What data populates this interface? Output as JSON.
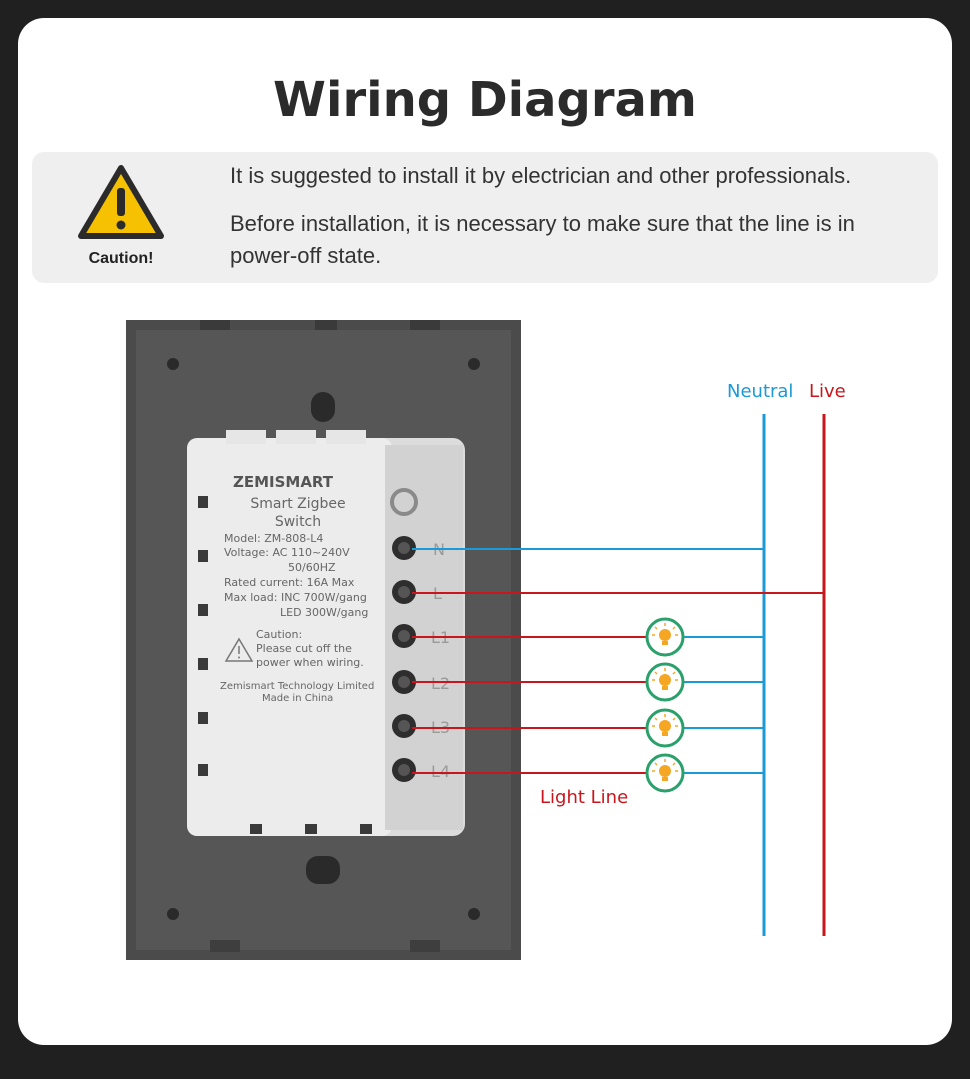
{
  "title": "Wiring Diagram",
  "caution": {
    "label": "Caution!",
    "line1": "It is suggested to install it by electrician and other professionals.",
    "line2": "Before installation, it is necessary to make sure that the line is in power-off state."
  },
  "device": {
    "brand": "ZEMISMART",
    "name_line1": "Smart Zigbee",
    "name_line2": "Switch",
    "model": "Model: ZM-808-L4",
    "voltage": "Voltage: AC 110~240V",
    "frequency": "50/60HZ",
    "current": "Rated current: 16A Max",
    "maxload1": "Max load: INC 700W/gang",
    "maxload2": "LED 300W/gang",
    "caution_title": "Caution:",
    "caution_l1": "Please cut off the",
    "caution_l2": "power when wiring.",
    "maker": "Zemismart Technology Limited",
    "origin": "Made in China"
  },
  "terminals": [
    "N",
    "L",
    "L1",
    "L2",
    "L3",
    "L4"
  ],
  "labels": {
    "neutral": "Neutral",
    "live": "Live",
    "light_line": "Light Line"
  },
  "colors": {
    "neutral": "#1a9ad6",
    "live": "#c8161d",
    "bulb_ring": "#2aa06a",
    "bulb": "#f5a623"
  }
}
